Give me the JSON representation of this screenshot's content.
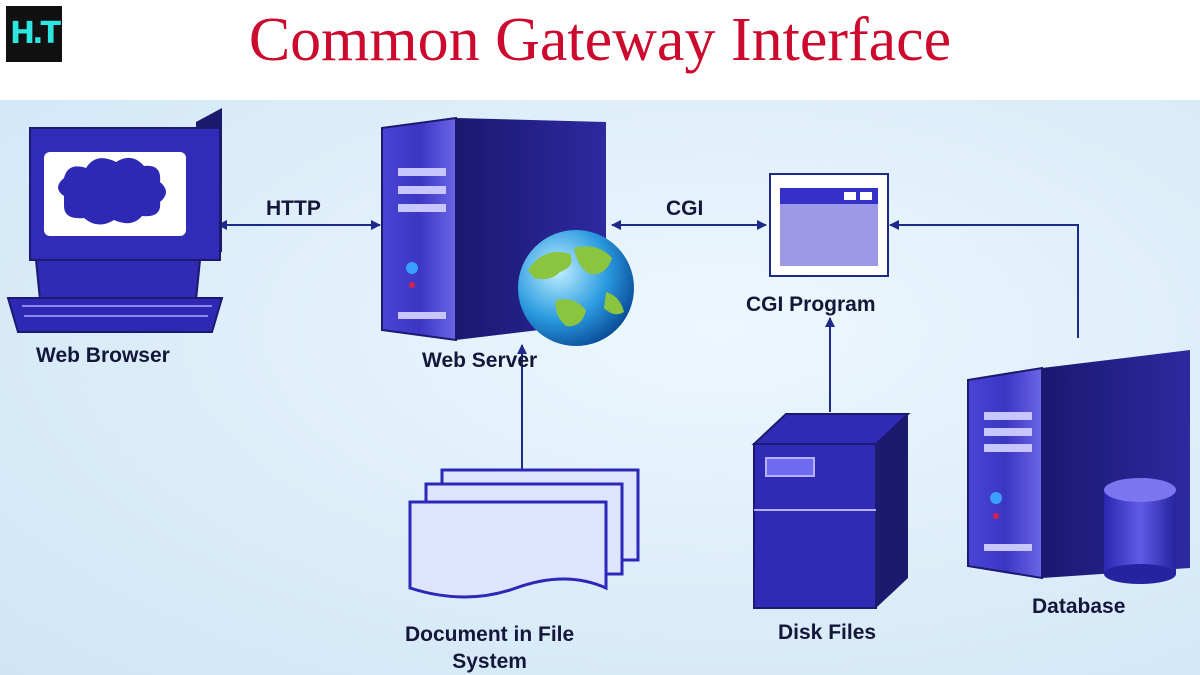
{
  "header": {
    "logo_text": "H.T",
    "title": "Common Gateway Interface"
  },
  "diagram": {
    "nodes": {
      "web_browser": "Web Browser",
      "web_server": "Web Server",
      "cgi_program": "CGI Program",
      "database": "Database",
      "document_fs": "Document in File System",
      "document_fs_line1": "Document in File",
      "document_fs_line2": "System",
      "disk_files": "Disk Files"
    },
    "edges": {
      "http": "HTTP",
      "cgi": "CGI"
    },
    "icons": [
      "monitor-icon",
      "server-icon",
      "globe-icon",
      "window-icon",
      "documents-icon",
      "file-cabinet-icon",
      "database-cylinder-icon"
    ],
    "colors": {
      "title": "#cc0a2e",
      "device": "#2f2bb5",
      "device_dark": "#1c1a6e",
      "arrow": "#1e2a8a",
      "logo_text": "#2ee6e0"
    }
  }
}
